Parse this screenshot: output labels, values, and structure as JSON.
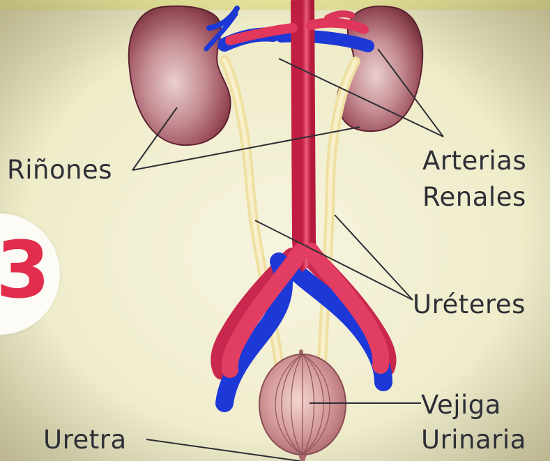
{
  "diagram": {
    "badge_text": "3",
    "labels": {
      "kidneys": "Riñones",
      "renal_arteries_line1": "Arterias",
      "renal_arteries_line2": "Renales",
      "ureters": "Uréteres",
      "bladder_line1": "Vejiga",
      "bladder_line2": "Urinaria",
      "urethra": "Uretra"
    },
    "colors": {
      "background": "#f1efcf",
      "vein": "#1f3ee0",
      "artery": "#e1375c",
      "kidney": "#9d4a55",
      "ureter": "#f1e3a8",
      "bladder": "#d08a8a",
      "badge_number": "#e22e4c",
      "label_text": "#2d2e36"
    }
  }
}
